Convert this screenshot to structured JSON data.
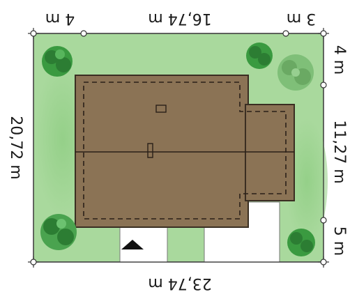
{
  "site_plan": {
    "dimensions": {
      "top_left": "4 m",
      "top_middle": "16,74 m",
      "top_right": "3 m",
      "bottom": "23,74 m",
      "left": "20,72 m",
      "right_top": "4 m",
      "right_middle": "11,27 m",
      "right_bottom": "5 m"
    },
    "entrance_marker": "entrance-arrow-icon",
    "tree_icon": "tree-icon",
    "colors": {
      "lawn": "#a9d99d",
      "lawn_dark": "#8ccc80",
      "roof": "#8b7355",
      "roof_outline": "#3a2e22",
      "driveway": "#ffffff",
      "tree": "#2f8f3a",
      "border": "#555555"
    }
  }
}
